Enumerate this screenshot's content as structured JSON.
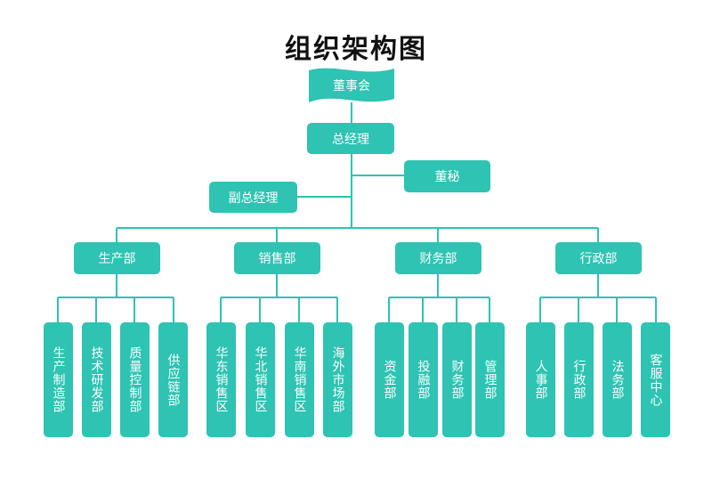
{
  "title": "组织架构图",
  "colors": {
    "node": "#2ec3b2",
    "line": "#2ec3b2"
  },
  "board": "董事会",
  "general_manager": "总经理",
  "secretary": "董秘",
  "deputy_gm": "副总经理",
  "departments": [
    {
      "name": "生产部",
      "subs": [
        "生产制造部",
        "技术研发部",
        "质量控制部",
        "供应链部"
      ]
    },
    {
      "name": "销售部",
      "subs": [
        "华东销售区",
        "华北销售区",
        "华南销售区",
        "海外市场部"
      ]
    },
    {
      "name": "财务部",
      "subs": [
        "资金部",
        "投融部",
        "财务部",
        "管理部"
      ]
    },
    {
      "name": "行政部",
      "subs": [
        "人事部",
        "行政部",
        "法务部",
        "客服中心"
      ]
    }
  ]
}
